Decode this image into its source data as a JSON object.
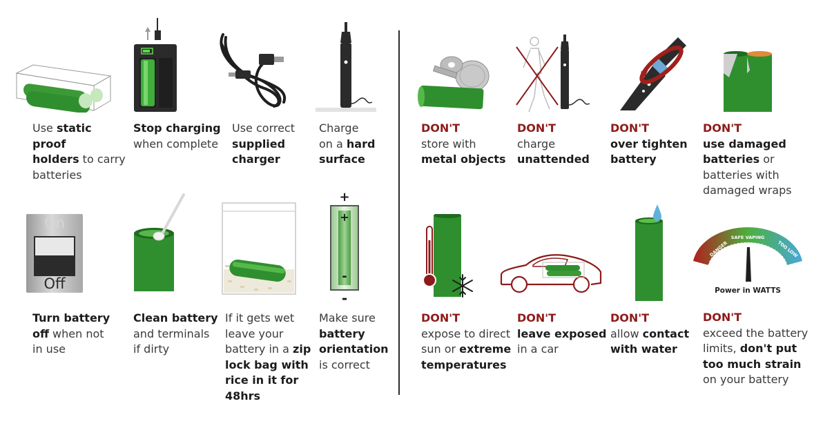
{
  "colors": {
    "battery_green": "#2f8f2f",
    "battery_light": "#5cbf4a",
    "dont_red": "#8e1b1b",
    "device_dark": "#2b2b2b",
    "text_gray": "#3a3a3a"
  },
  "dos": [
    {
      "id": "static-holders",
      "icon": "battery-case-icon",
      "parts": [
        {
          "t": "Use "
        },
        {
          "t": "static",
          "b": true
        },
        {
          "br": true
        },
        {
          "t": "proof",
          "b": true
        },
        {
          "br": true
        },
        {
          "t": "holders",
          "b": true
        },
        {
          "t": " to carry"
        },
        {
          "br": true
        },
        {
          "t": "batteries"
        }
      ]
    },
    {
      "id": "stop-charging",
      "icon": "charger-icon",
      "parts": [
        {
          "t": "Stop charging",
          "b": true
        },
        {
          "br": true
        },
        {
          "t": "when complete"
        }
      ]
    },
    {
      "id": "correct-charger",
      "icon": "usb-cable-icon",
      "parts": [
        {
          "t": "Use correct"
        },
        {
          "br": true
        },
        {
          "t": "supplied",
          "b": true
        },
        {
          "br": true
        },
        {
          "t": "charger",
          "b": true
        }
      ]
    },
    {
      "id": "hard-surface",
      "icon": "vape-pen-charging-icon",
      "parts": [
        {
          "t": "Charge"
        },
        {
          "br": true
        },
        {
          "t": "on a "
        },
        {
          "t": "hard",
          "b": true
        },
        {
          "br": true
        },
        {
          "t": "surface",
          "b": true
        }
      ]
    },
    {
      "id": "turn-off",
      "icon": "on-off-switch-icon",
      "parts": [
        {
          "t": "Turn battery",
          "b": true
        },
        {
          "br": true
        },
        {
          "t": "off",
          "b": true
        },
        {
          "t": " when not"
        },
        {
          "br": true
        },
        {
          "t": "in use"
        }
      ]
    },
    {
      "id": "clean-battery",
      "icon": "cotton-swab-battery-icon",
      "parts": [
        {
          "t": "Clean battery",
          "b": true
        },
        {
          "br": true
        },
        {
          "t": "and terminals"
        },
        {
          "br": true
        },
        {
          "t": "if dirty"
        }
      ]
    },
    {
      "id": "zip-lock",
      "icon": "zip-lock-bag-rice-icon",
      "parts": [
        {
          "t": "If it gets wet"
        },
        {
          "br": true
        },
        {
          "t": "leave your"
        },
        {
          "br": true
        },
        {
          "t": "battery in a "
        },
        {
          "t": "zip",
          "b": true
        },
        {
          "br": true
        },
        {
          "t": "lock bag with",
          "b": true
        },
        {
          "br": true
        },
        {
          "t": "rice in it for",
          "b": true
        },
        {
          "br": true
        },
        {
          "t": "48hrs",
          "b": true
        }
      ]
    },
    {
      "id": "orientation",
      "icon": "battery-orientation-icon",
      "parts": [
        {
          "t": "Make sure"
        },
        {
          "br": true
        },
        {
          "t": "battery",
          "b": true
        },
        {
          "br": true
        },
        {
          "t": "orientation",
          "b": true
        },
        {
          "br": true
        },
        {
          "t": "is correct"
        }
      ]
    }
  ],
  "donts": [
    {
      "id": "metal-objects",
      "icon": "keys-coins-battery-icon",
      "parts": [
        {
          "t": "DON'T",
          "d": true
        },
        {
          "t": "store with"
        },
        {
          "br": true
        },
        {
          "t": "metal objects",
          "b": true
        }
      ]
    },
    {
      "id": "unattended",
      "icon": "unattended-charging-icon",
      "parts": [
        {
          "t": "DON'T",
          "d": true
        },
        {
          "t": "charge"
        },
        {
          "br": true
        },
        {
          "t": "unattended",
          "b": true
        }
      ]
    },
    {
      "id": "over-tighten",
      "icon": "over-tighten-icon",
      "parts": [
        {
          "t": "DON'T",
          "d": true
        },
        {
          "t": "over tighten",
          "b": true
        },
        {
          "br": true
        },
        {
          "t": "battery",
          "b": true
        }
      ]
    },
    {
      "id": "damaged",
      "icon": "damaged-batteries-icon",
      "parts": [
        {
          "t": "DON'T",
          "d": true
        },
        {
          "t": "use damaged",
          "b": true
        },
        {
          "br": true
        },
        {
          "t": "batteries",
          "b": true
        },
        {
          "t": " or"
        },
        {
          "br": true
        },
        {
          "t": "batteries with"
        },
        {
          "br": true
        },
        {
          "t": "damaged wraps"
        }
      ]
    },
    {
      "id": "temperatures",
      "icon": "thermometer-snowflake-icon",
      "parts": [
        {
          "t": "DON'T",
          "d": true
        },
        {
          "t": "expose to direct"
        },
        {
          "br": true
        },
        {
          "t": "sun or "
        },
        {
          "t": "extreme",
          "b": true
        },
        {
          "br": true
        },
        {
          "t": "temperatures",
          "b": true
        }
      ]
    },
    {
      "id": "car",
      "icon": "car-battery-icon",
      "parts": [
        {
          "t": "DON'T",
          "d": true
        },
        {
          "t": "leave exposed",
          "b": true
        },
        {
          "br": true
        },
        {
          "t": "in a car"
        }
      ]
    },
    {
      "id": "water",
      "icon": "water-drop-battery-icon",
      "parts": [
        {
          "t": "DON'T",
          "d": true
        },
        {
          "t": "allow "
        },
        {
          "t": "contact",
          "b": true
        },
        {
          "br": true
        },
        {
          "t": "with water",
          "b": true
        }
      ]
    },
    {
      "id": "exceed-limits",
      "icon": "wattage-gauge-icon",
      "parts": [
        {
          "t": "DON'T",
          "d": true
        },
        {
          "t": "exceed the battery"
        },
        {
          "br": true
        },
        {
          "t": "limits, "
        },
        {
          "t": "don't put",
          "b": true
        },
        {
          "br": true
        },
        {
          "t": "too much strain",
          "b": true
        },
        {
          "br": true
        },
        {
          "t": "on your battery"
        }
      ]
    }
  ],
  "switch_labels": {
    "on": "On",
    "off": "Off"
  },
  "orientation_marks": {
    "plus": "+",
    "minus": "-"
  },
  "gauge": {
    "zones": [
      "DANGER",
      "SAFE VAPING",
      "TOO LOW"
    ],
    "label": "Power in WATTS"
  }
}
